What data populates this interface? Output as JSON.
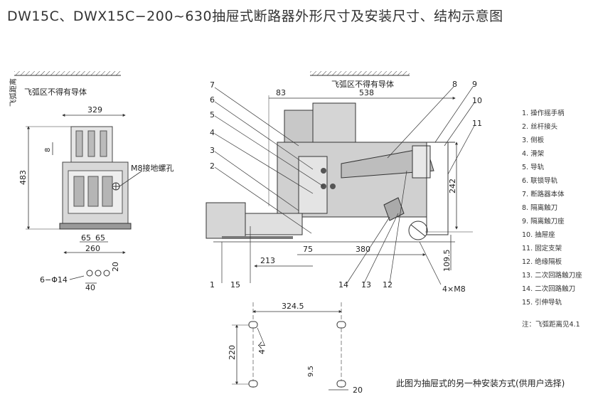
{
  "title": "DW15C、DWX15C−200~630抽屉式断路器外形尺寸及安装尺寸、结构示意图",
  "left_view": {
    "arc_zone_label": "飞弧区不得有导体",
    "arc_distance_label": "飞弧距离",
    "dim_width": "329",
    "dim_height": "483",
    "dim_8": "8",
    "ground_bolt_label": "M8接地螺孔",
    "dim_65a": "65",
    "dim_65b": "65",
    "dim_260": "260",
    "hole_label": "6−Φ14",
    "dim_40": "40",
    "dim_20": "20"
  },
  "side_view": {
    "arc_zone_label": "飞弧区不得有导体",
    "dim_83": "83",
    "dim_538": "538",
    "dim_242": "242",
    "dim_109_5": "109.5",
    "dim_75": "75",
    "dim_380": "380",
    "dim_213": "213",
    "bolt_label": "4×M8",
    "callouts": [
      "7",
      "6",
      "5",
      "4",
      "3",
      "2",
      "1",
      "15",
      "14",
      "13",
      "12",
      "8",
      "9",
      "10",
      "11"
    ]
  },
  "bottom_view": {
    "dim_324_5": "324.5",
    "dim_220": "220",
    "holes_label": "4个",
    "dim_9_5": "9.5",
    "dim_20": "20"
  },
  "legend": [
    "1. 操作摇手柄",
    "2. 丝杆接头",
    "3. 侧板",
    "4. 滑架",
    "5. 导轨",
    "6. 联锁导轨",
    "7. 断路器本体",
    "8. 隔离触刀",
    "9. 隔离触刀座",
    "10. 抽屉座",
    "11. 固定支架",
    "12. 绝缘隔板",
    "13. 二次回路触刀座",
    "14. 二次回路触刀",
    "15. 引伸导轨"
  ],
  "note": "注：飞弧距离见4.1",
  "caption": "此图为抽屉式的另一种安装方式(供用户选择)"
}
